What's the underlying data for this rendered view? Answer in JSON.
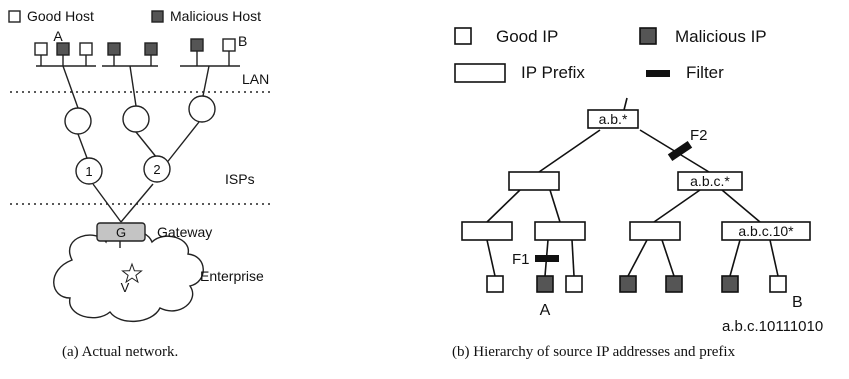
{
  "left_panel": {
    "legend_good": "Good Host",
    "legend_malicious": "Malicious Host",
    "host_a": "A",
    "host_b": "B",
    "lan": "LAN",
    "isp_1": "1",
    "isp_2": "2",
    "isps": "ISPs",
    "gateway_node": "G",
    "gateway": "Gateway",
    "victim": "V",
    "enterprise": "Enterprise",
    "caption": "(a)  Actual network."
  },
  "right_panel": {
    "legend_good_ip": "Good IP",
    "legend_malicious_ip": "Malicious IP",
    "legend_prefix": "IP Prefix",
    "legend_filter": "Filter",
    "root_prefix": "a.b.*",
    "f2": "F2",
    "mid_prefix": "a.b.c.*",
    "low_prefix": "a.b.c.10*",
    "f1": "F1",
    "leaf_a": "A",
    "leaf_b": "B",
    "leaf_b_addr": "a.b.c.10111010",
    "caption": "(b)  Hierarchy of source IP addresses and prefix"
  },
  "colors": {
    "good": "#ffffff",
    "malicious": "#555555",
    "gateway": "#c4c4c4",
    "filter": "#111111"
  }
}
